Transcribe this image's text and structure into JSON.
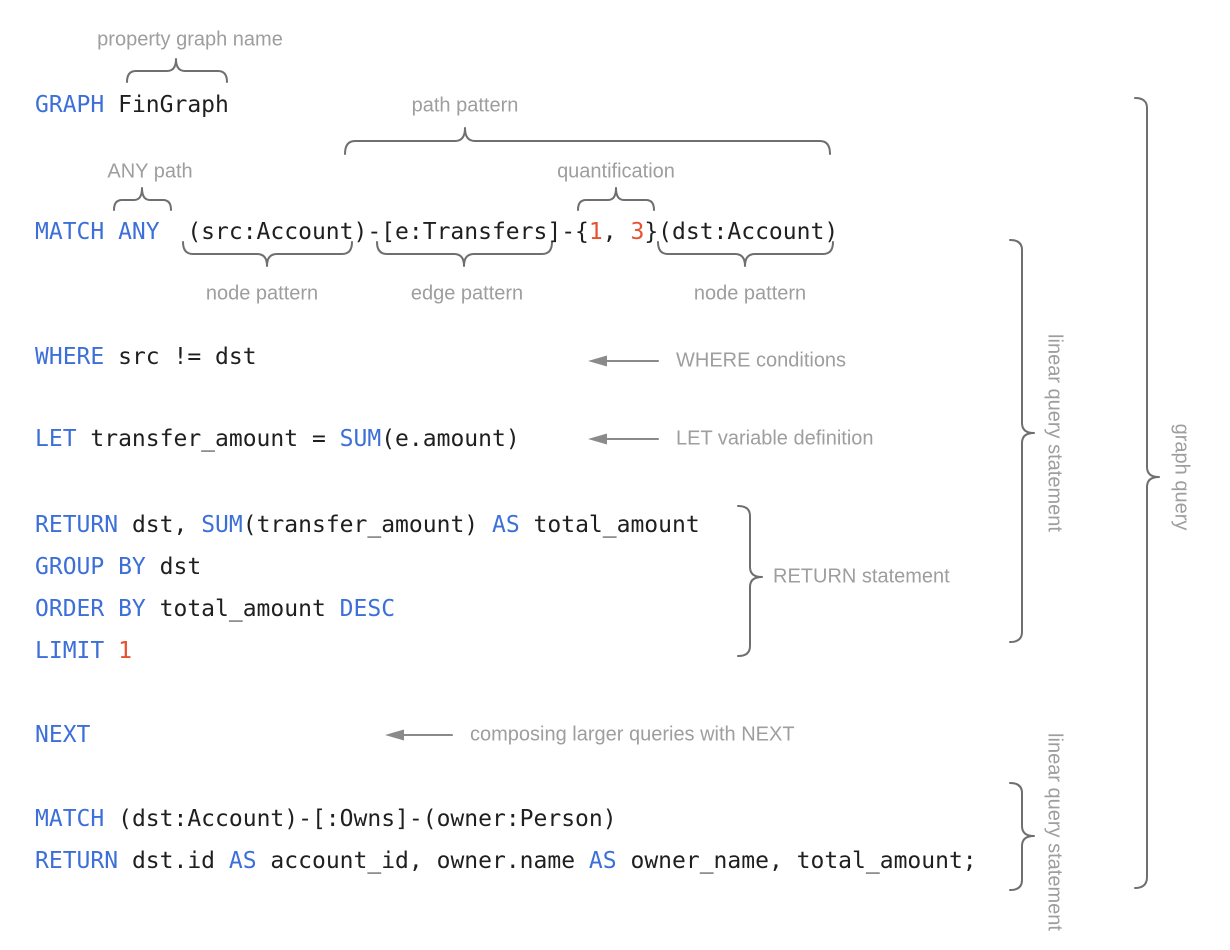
{
  "colors": {
    "keyword": "#3c6fd8",
    "number": "#e8502e",
    "code": "#1f1f1f",
    "label": "#9e9e9e",
    "brace": "#6f6f6f",
    "arrow": "#8a8a8a"
  },
  "code": {
    "graph": [
      "GRAPH",
      " FinGraph"
    ],
    "match_any": [
      "MATCH ANY",
      "  (src:Account)-[e:Transfers]-{",
      "1",
      ", ",
      "3",
      "}(dst:Account)"
    ],
    "where": [
      "WHERE",
      " src != dst"
    ],
    "let_stmt": [
      "LET",
      " transfer_amount = ",
      "SUM",
      "(e.amount)"
    ],
    "return_agg": [
      "RETURN",
      " dst, ",
      "SUM",
      "(transfer_amount) ",
      "AS",
      " total_amount"
    ],
    "group_by": [
      "GROUP BY",
      " dst"
    ],
    "order_by": [
      "ORDER BY",
      " total_amount ",
      "DESC"
    ],
    "limit": [
      "LIMIT ",
      "1"
    ],
    "next": [
      "NEXT"
    ],
    "match_owns": [
      "MATCH",
      " (dst:Account)-[:Owns]-(owner:Person)"
    ],
    "return_final": [
      "RETURN",
      " dst.id ",
      "AS",
      " account_id, owner.name ",
      "AS",
      " owner_name, total_amount;"
    ]
  },
  "annotations": {
    "property_graph_name": "property graph name",
    "path_pattern": "path pattern",
    "any_path": "ANY path",
    "quantification": "quantification",
    "node_pattern_src": "node pattern",
    "edge_pattern": "edge pattern",
    "node_pattern_dst": "node pattern",
    "where_conditions": "WHERE conditions",
    "let_variable": "LET variable definition",
    "return_statement": "RETURN statement",
    "next_note": "composing larger queries with NEXT",
    "linear_query_statement_1": "linear query statement",
    "linear_query_statement_2": "linear query statement",
    "graph_query": "graph query"
  }
}
